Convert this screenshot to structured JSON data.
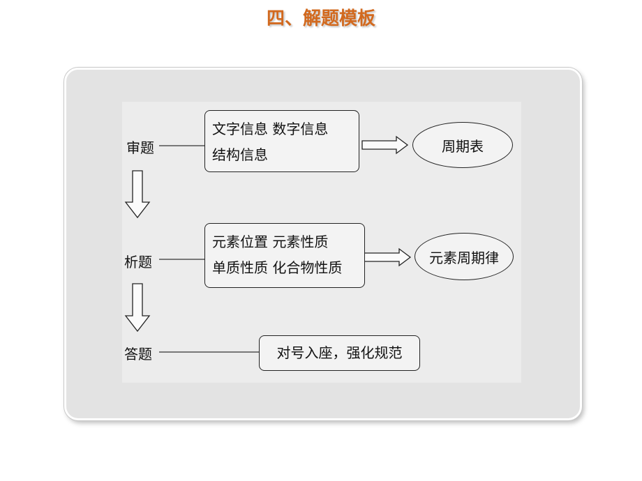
{
  "title": "四、解题模板",
  "steps": {
    "review": {
      "label": "审题",
      "box_lines": [
        "文字信息  数字信息",
        "结构信息"
      ],
      "result": "周期表"
    },
    "analyze": {
      "label": "析题",
      "box_lines": [
        "元素位置  元素性质",
        "单质性质  化合物性质"
      ],
      "result": "元素周期律"
    },
    "answer": {
      "label": "答题",
      "box_text": "对号入座，强化规范"
    }
  }
}
